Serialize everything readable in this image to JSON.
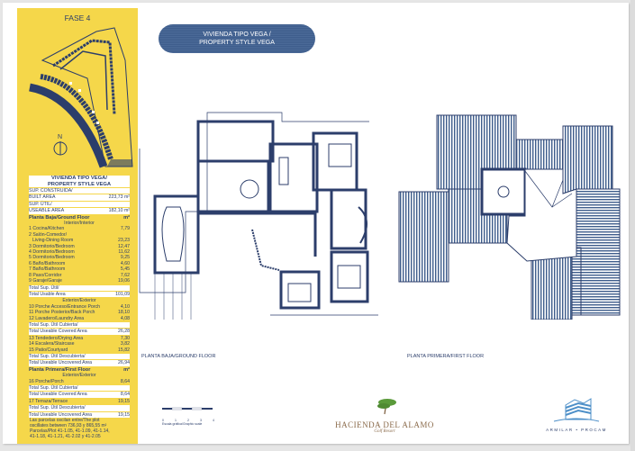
{
  "sidebar": {
    "phase": "FASE 4",
    "north_label": "N",
    "table_title_1": "VIVIENDA TIPO VEGA/",
    "table_title_2": "PROPERTY STYLE VEGA",
    "built_label_1": "SUP. CONSTRUIDA/",
    "built_label_2": "BUILT AREA",
    "built_value": "223,73 m²",
    "useable_label_1": "SUP. ÚTIL/",
    "useable_label_2": "USEABLE AREA",
    "useable_value": "182,10 m²",
    "ground_floor": {
      "title": "Planta Baja/Ground Floor",
      "unit": "m²",
      "interior_label": "Interior/Interior",
      "rooms": [
        {
          "label": "1 Cocina/Kitchen",
          "value": "7,79"
        },
        {
          "label": "2 Salón-Comedor/",
          "value": ""
        },
        {
          "label": "Living-Dining Room",
          "value": "23,23"
        },
        {
          "label": "3 Dormitorio/Bedroom",
          "value": "12,47"
        },
        {
          "label": "4 Dormitorio/Bedroom",
          "value": "11,62"
        },
        {
          "label": "5 Dormitorio/Bedroom",
          "value": "9,25"
        },
        {
          "label": "6 Baño/Bathroom",
          "value": "4,60"
        },
        {
          "label": "7 Baño/Bathroom",
          "value": "5,45"
        },
        {
          "label": "8 Paso/Corridor",
          "value": "7,62"
        },
        {
          "label": "9 Garaje/Garaje",
          "value": "19,06"
        }
      ],
      "total_useable_label_1": "Total Sup. Útil/",
      "total_useable_label_2": "Total Usable Area",
      "total_useable_value": "101,09",
      "exterior_label": "Exterior/Exterior",
      "exterior_rooms": [
        {
          "label": "10 Porche Acceso/Entrance Porch",
          "value": "4,10"
        },
        {
          "label": "11 Porche Posterior/Back Porch",
          "value": "18,10"
        },
        {
          "label": "12 Lavadero/Laundry Area",
          "value": "4,08"
        }
      ],
      "covered_label_1": "Total Sup. Útil Cubierta/",
      "covered_label_2": "Total Useable Covered Area",
      "covered_value": "26,28",
      "uncovered_rooms": [
        {
          "label": "13 Tendedero/Drying Area",
          "value": "7,30"
        },
        {
          "label": "14 Escalera/Staircase",
          "value": "3,82"
        },
        {
          "label": "15 Patio/Courtyard",
          "value": "15,82"
        }
      ],
      "uncovered_label_1": "Total Sup. Útil Descubierta/",
      "uncovered_label_2": "Total Useable Uncovered Area",
      "uncovered_value": "26,94"
    },
    "first_floor": {
      "title": "Planta Primera/First Floor",
      "unit": "m²",
      "exterior_label": "Exterior/Exterior",
      "rooms": [
        {
          "label": "16 Porche/Porch",
          "value": "8,64"
        }
      ],
      "covered_label_1": "Total Sup. Útil Cubierta/",
      "covered_label_2": "Total Useable Covered Area",
      "covered_value": "8,64",
      "uncovered_rooms": [
        {
          "label": "17 Terraza/Terrace",
          "value": "19,15"
        }
      ],
      "uncovered_label_1": "Total Sup. Útil Descubierta/",
      "uncovered_label_2": "Total Useable Uncovered Area",
      "uncovered_value": "19,15"
    },
    "note_1": "Las parcelas oscilan entre/The plot",
    "note_2": "oscillates between  736,93 y 865,55 m²",
    "note_3": "Parcelas/Plot  41-1.05, 41-1.09, 41-1.14,",
    "note_4": "41-1.18, 41-1.21, 41-2.02 y 41-2.05"
  },
  "banner": {
    "line1": "VIVIENDA TIPO VEGA /",
    "line2": "PROPERTY STYLE VEGA"
  },
  "plans": {
    "ground_caption": "PLANTA BAJA/GROUND FLOOR",
    "first_caption": "PLANTA PRIMERA/FIRST FLOOR",
    "scale_ticks": [
      "0",
      "1",
      "2",
      "3",
      "4"
    ],
    "scale_label": "Escala gráfica/Graphic scale"
  },
  "logos": {
    "hacienda_name": "HACIENDA DEL ALAMO",
    "hacienda_sub": "Golf Resort",
    "armilar": "ARMILAR • PROCAM"
  },
  "colors": {
    "sidebar_bg": "#f5d74a",
    "ink": "#2c3e6b",
    "banner": "#3e5d8c"
  }
}
